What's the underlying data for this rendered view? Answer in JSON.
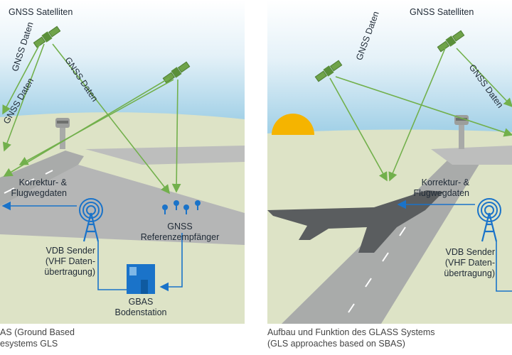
{
  "left_panel": {
    "satellites_title": "GNSS Satelliten",
    "gnss_data_a": "GNSS Daten",
    "gnss_data_b": "GNSS Daten",
    "gnss_data_c": "GNSS Daten",
    "correction_line1": "Korrektur- &",
    "correction_line2": "Flugwegdaten",
    "receiver_line1": "GNSS",
    "receiver_line2": "Referenzempfänger",
    "vdb_line1": "VDB Sender",
    "vdb_line2": "(VHF Daten-",
    "vdb_line3": "übertragung)",
    "ground_line1": "GBAS",
    "ground_line2": "Bodenstation"
  },
  "right_panel": {
    "satellites_title": "GNSS Satelliten",
    "gnss_data_a": "GNSS Daten",
    "gnss_data_b": "GNSS Daten",
    "correction_line1": "Korrektur- &",
    "correction_line2": "Flugwegdaten",
    "vdb_line1": "VDB Sender",
    "vdb_line2": "(VHF Daten-",
    "vdb_line3": "übertragung)"
  },
  "captions": {
    "left_line1": "AS (Ground Based",
    "left_line2": "esystems GLS",
    "right_line1": "Aufbau und Funktion des GLASS Systems",
    "right_line2": "(GLS approaches based on SBAS)"
  },
  "colors": {
    "sky_top": "#9fcfe6",
    "ground": "#dde3c6",
    "runway": "#a9abaa",
    "arrow_green": "#72b04c",
    "signal_blue": "#1a73c9",
    "sun": "#f5b400"
  }
}
